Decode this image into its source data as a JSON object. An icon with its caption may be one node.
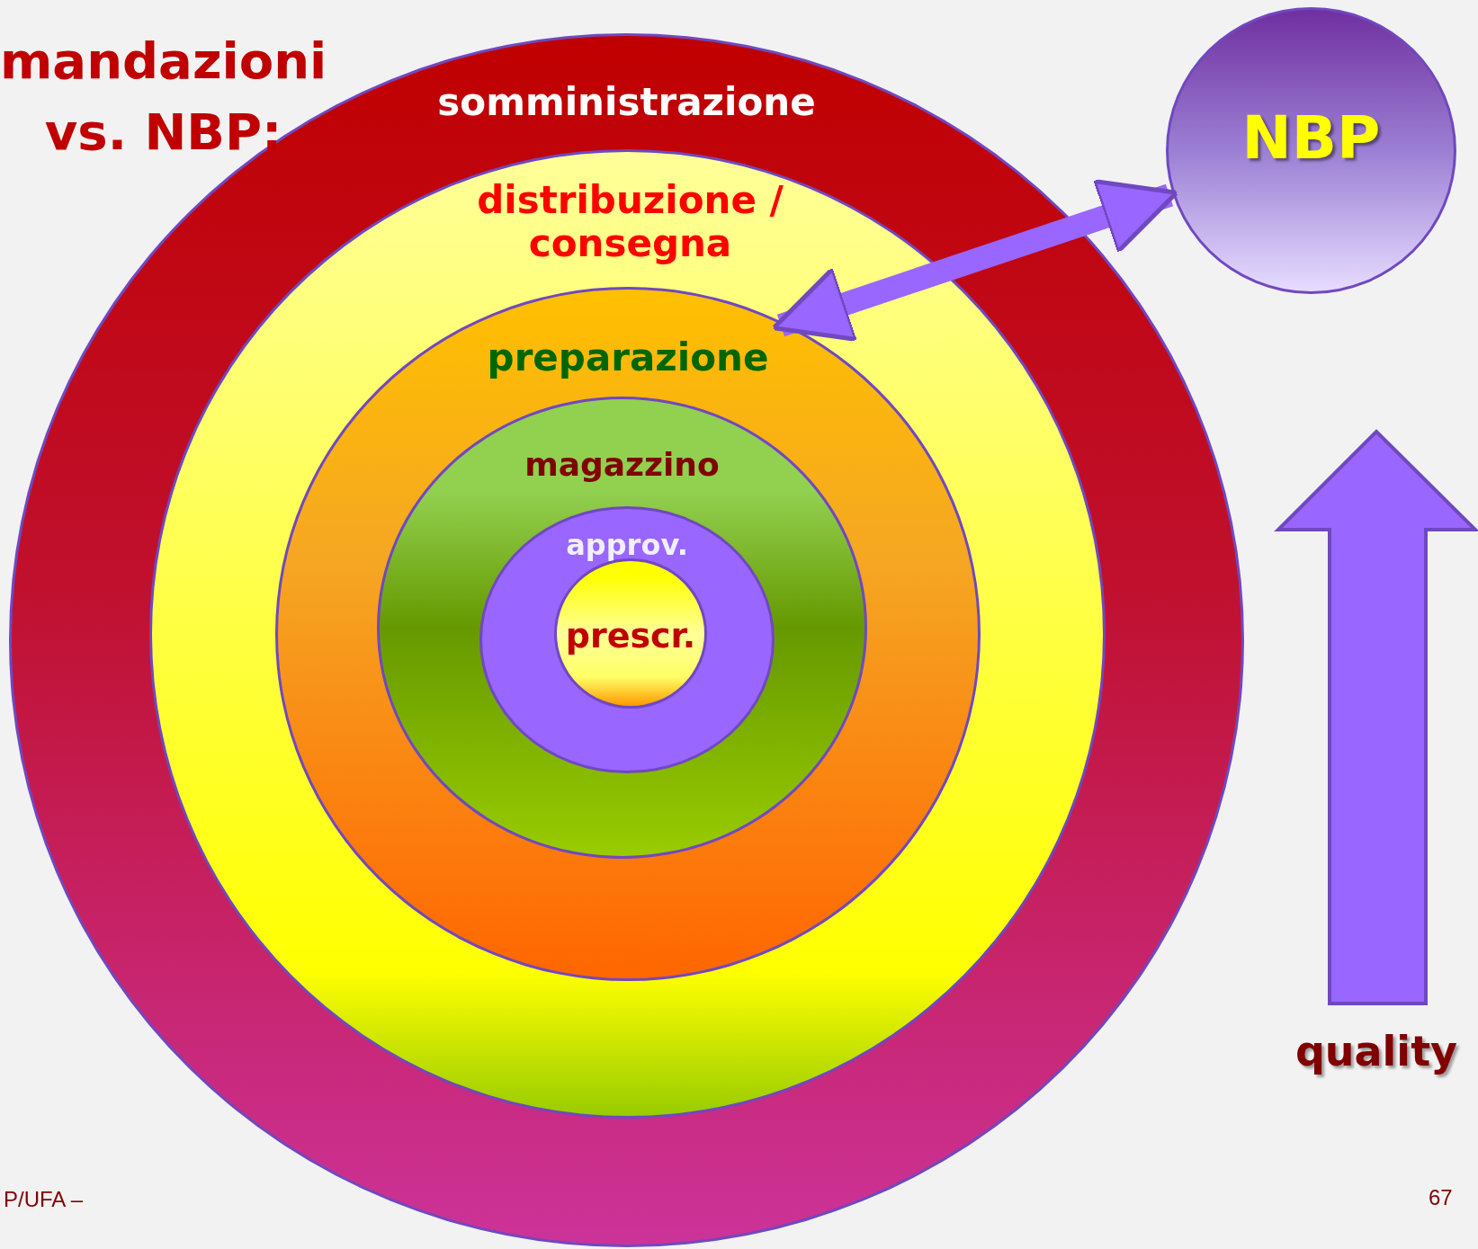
{
  "diagram": {
    "title": "mandazioni vs. NBP:",
    "nodes": [
      {
        "text": [
          "somministrazione"
        ]
      },
      {
        "text": [
          "distribuzione / consegna"
        ],
        "in": 0
      },
      {
        "text": [
          "preparazione"
        ],
        "in": 1
      },
      {
        "text": [
          "magazzino"
        ],
        "in": 2
      },
      {
        "text": [
          "approv."
        ],
        "in": 3
      },
      {
        "text": [
          "prescr."
        ],
        "in": 4
      },
      {
        "text": [
          "NBP"
        ]
      }
    ],
    "edges": [
      {
        "from": 6,
        "to": 2,
        "arrow": "both"
      }
    ],
    "labels": [
      "quality",
      "P/UFA –",
      "67"
    ]
  }
}
